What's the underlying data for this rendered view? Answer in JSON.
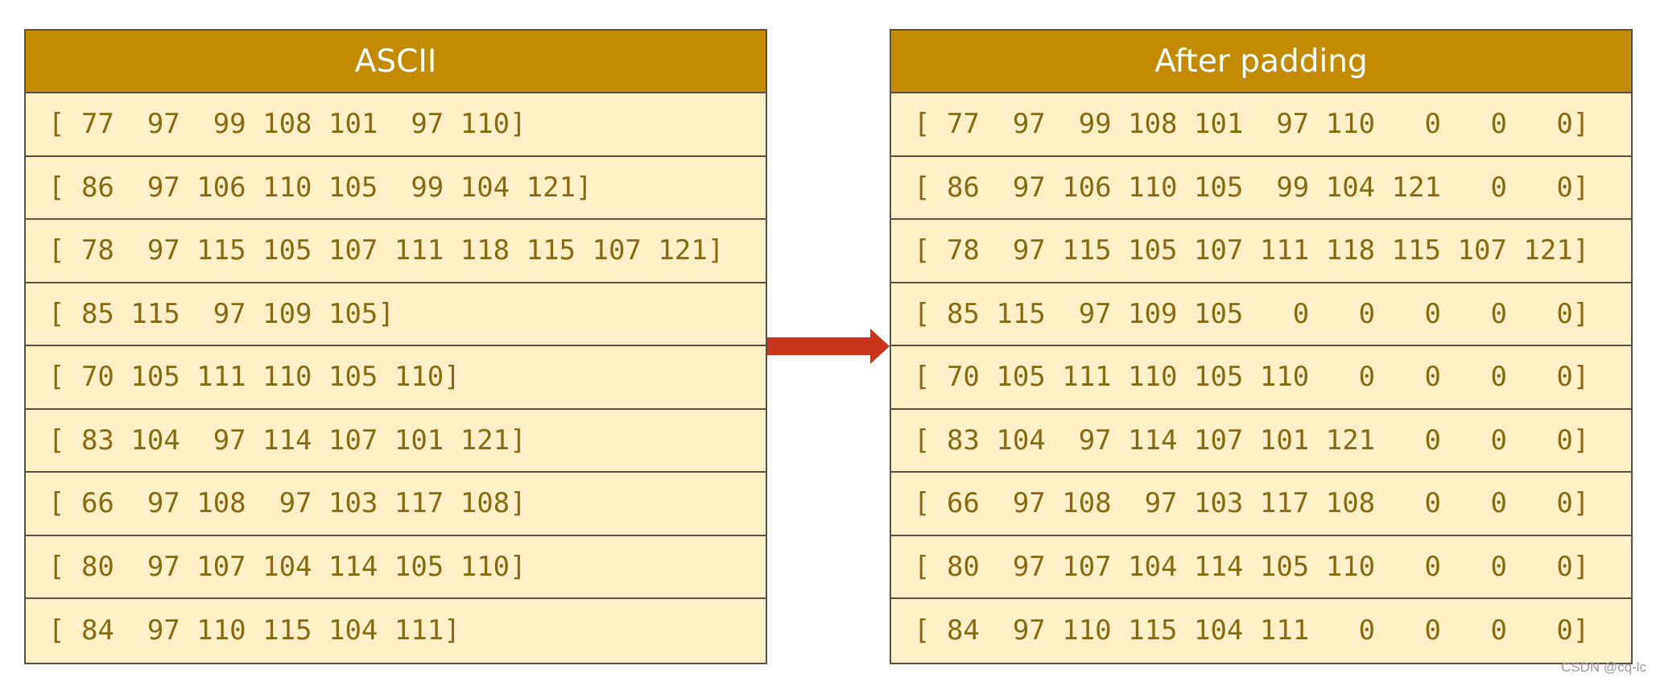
{
  "left_table": {
    "header": "ASCII",
    "rows": [
      "[ 77  97  99 108 101  97 110]",
      "[ 86  97 106 110 105  99 104 121]",
      "[ 78  97 115 105 107 111 118 115 107 121]",
      "[ 85 115  97 109 105]",
      "[ 70 105 111 110 105 110]",
      "[ 83 104  97 114 107 101 121]",
      "[ 66  97 108  97 103 117 108]",
      "[ 80  97 107 104 114 105 110]",
      "[ 84  97 110 115 104 111]"
    ]
  },
  "right_table": {
    "header": "After padding",
    "rows": [
      "[ 77  97  99 108 101  97 110   0   0   0]",
      "[ 86  97 106 110 105  99 104 121   0   0]",
      "[ 78  97 115 105 107 111 118 115 107 121]",
      "[ 85 115  97 109 105   0   0   0   0   0]",
      "[ 70 105 111 110 105 110   0   0   0   0]",
      "[ 83 104  97 114 107 101 121   0   0   0]",
      "[ 66  97 108  97 103 117 108   0   0   0]",
      "[ 80  97 107 104 114 105 110   0   0   0]",
      "[ 84  97 110 115 104 111   0   0   0   0]"
    ]
  },
  "colors": {
    "header_bg": "#c48a00",
    "cell_bg": "#fff0c8",
    "cell_text": "#8a6a10",
    "arrow": "#c8351a",
    "border": "#5a5046"
  },
  "arrow_icon": "arrow-right-icon",
  "watermark": "CSDN @cq-lc"
}
